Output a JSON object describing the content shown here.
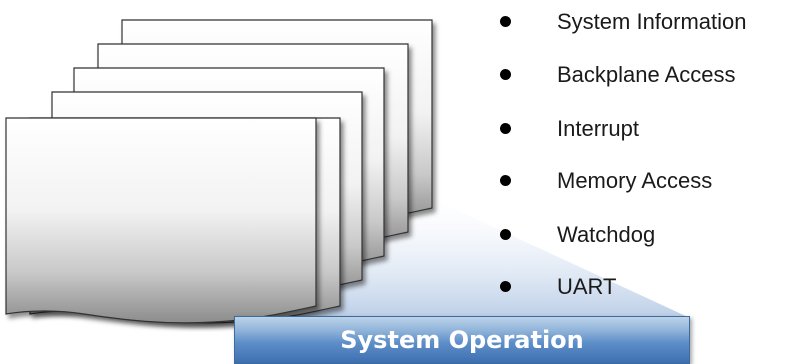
{
  "diagram": {
    "page_count": 6,
    "colors": {
      "page_top": "#ffffff",
      "page_bottom": "#8c8c8c",
      "page_border": "#333333",
      "callout_fill": "#c8d7ea",
      "title_bar_top": "#bcd3ea",
      "title_bar_bottom": "#3d6fb0",
      "title_text": "#ffffff",
      "bullet": "#000000",
      "list_text": "#1a1a1a"
    }
  },
  "features": {
    "items": [
      {
        "label": "System Information"
      },
      {
        "label": "Backplane Access"
      },
      {
        "label": "Interrupt"
      },
      {
        "label": "Memory Access"
      },
      {
        "label": "Watchdog"
      },
      {
        "label": "UART"
      }
    ]
  },
  "title_bar": {
    "label": "System Operation"
  }
}
